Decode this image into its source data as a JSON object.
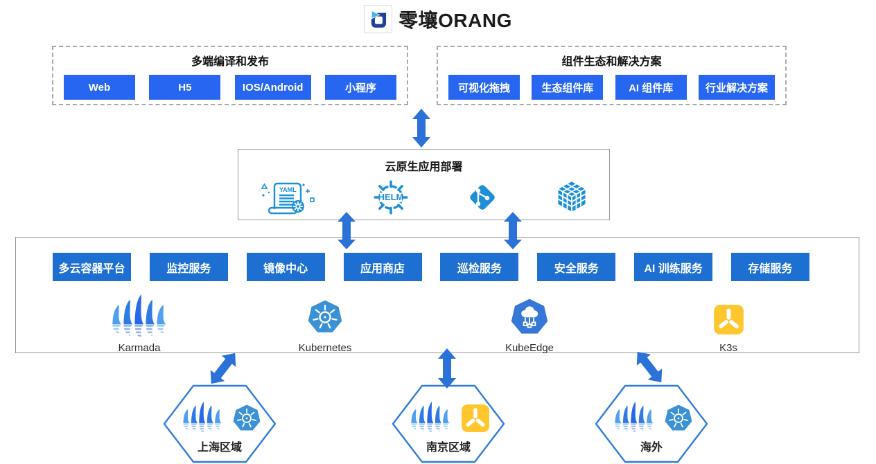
{
  "header": {
    "brand": "零壤ORANG"
  },
  "top_left_panel": {
    "title": "多端编译和发布",
    "buttons": [
      "Web",
      "H5",
      "IOS/Android",
      "小程序"
    ]
  },
  "top_right_panel": {
    "title": "组件生态和解决方案",
    "buttons": [
      "可视化拖拽",
      "生态组件库",
      "AI 组件库",
      "行业解决方案"
    ]
  },
  "deploy_box": {
    "title": "云原生应用部署",
    "yaml_text": "YAML",
    "helm_text": "HELM"
  },
  "platform_box": {
    "services": [
      "多云容器平台",
      "监控服务",
      "镜像中心",
      "应用商店",
      "巡检服务",
      "安全服务",
      "AI 训练服务",
      "存储服务"
    ],
    "runtimes": [
      {
        "name": "Karmada"
      },
      {
        "name": "Kubernetes"
      },
      {
        "name": "KubeEdge"
      },
      {
        "name": "K3s"
      }
    ]
  },
  "regions": [
    {
      "label": "上海区域"
    },
    {
      "label": "南京区域"
    },
    {
      "label": "海外"
    }
  ],
  "colors": {
    "chip_blue": "#2766F0",
    "service_blue": "#1D6FD2",
    "arrow_blue": "#2B72D8",
    "deploy_icon_blue": "#1C8FD9",
    "kubernetes_blue": "#3A91D6",
    "kubeedge_blue": "#3578D8",
    "k3s_yellow": "#FFC62E",
    "karmada_blues": [
      "#4FA0EE",
      "#2E7CE3",
      "#2769E8"
    ],
    "hex_border_blue": "#2E7CD9"
  }
}
